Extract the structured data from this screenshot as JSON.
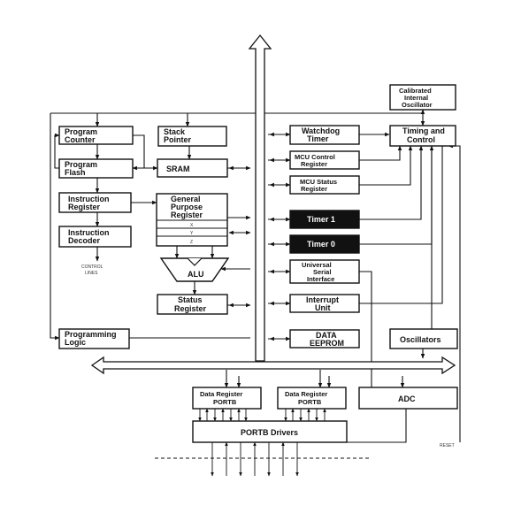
{
  "blocks": {
    "program_counter": [
      "Program",
      "Counter"
    ],
    "program_flash": [
      "Program",
      "Flash"
    ],
    "instruction_register": [
      "Instruction",
      "Register"
    ],
    "instruction_decoder": [
      "Instruction",
      "Decoder"
    ],
    "control_lines": [
      "CONTROL",
      "LINES"
    ],
    "stack_pointer": [
      "Stack",
      "Pointer"
    ],
    "sram": "SRAM",
    "general_purpose_register": [
      "General",
      "Purpose",
      "Register"
    ],
    "gpr_x": "X",
    "gpr_y": "Y",
    "gpr_z": "Z",
    "alu": "ALU",
    "status_register": [
      "Status",
      "Register"
    ],
    "programming_logic": [
      "Programming",
      "Logic"
    ],
    "watchdog_timer": [
      "Watchdog",
      "Timer"
    ],
    "mcu_control_register": [
      "MCU Control",
      "Register"
    ],
    "mcu_status_register": [
      "MCU Status",
      "Register"
    ],
    "timer1": "Timer 1",
    "timer0": "Timer 0",
    "usi": [
      "Universal",
      "Serial",
      "Interface"
    ],
    "interrupt_unit": [
      "Interrupt",
      "Unit"
    ],
    "data_eeprom": [
      "DATA",
      "EEPROM"
    ],
    "calibrated_oscillator": [
      "Calibrated",
      "Internal",
      "Oscillator"
    ],
    "timing_control": [
      "Timing and",
      "Control"
    ],
    "oscillators": "Oscillators",
    "data_register_1": [
      "Data Register",
      "PORTB"
    ],
    "data_register_2": [
      "Data Register",
      "PORTB"
    ],
    "adc": "ADC",
    "portb_drivers": "PORTB Drivers",
    "reset": "RESET"
  }
}
